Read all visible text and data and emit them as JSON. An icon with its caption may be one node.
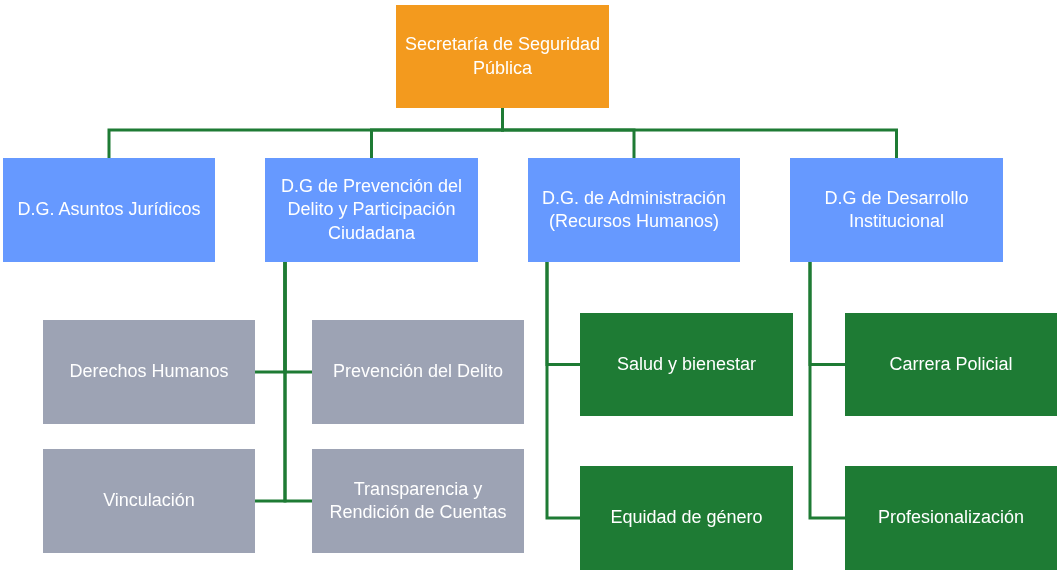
{
  "diagram": {
    "nodes": [
      {
        "text": [
          "Secretaría de Seguridad Pública"
        ]
      },
      {
        "text": [
          "D.G. Asuntos Jurídicos"
        ]
      },
      {
        "text": [
          "D.G de Prevención del Delito y Participación Ciudadana"
        ]
      },
      {
        "text": [
          "D.G. de Administración (Recursos Humanos)"
        ]
      },
      {
        "text": [
          "D.G de Desarrollo Institucional"
        ]
      },
      {
        "text": [
          "Derechos Humanos"
        ]
      },
      {
        "text": [
          "Prevención del Delito"
        ]
      },
      {
        "text": [
          "Vinculación"
        ]
      },
      {
        "text": [
          "Transparencia y Rendición de Cuentas"
        ]
      },
      {
        "text": [
          "Salud y bienestar"
        ]
      },
      {
        "text": [
          "Equidad de género"
        ]
      },
      {
        "text": [
          "Carrera Policial"
        ]
      },
      {
        "text": [
          "Profesionalización"
        ]
      }
    ],
    "edges": [
      {
        "from": 0,
        "to": 1,
        "arrow": "none"
      },
      {
        "from": 0,
        "to": 2,
        "arrow": "none"
      },
      {
        "from": 0,
        "to": 3,
        "arrow": "none"
      },
      {
        "from": 0,
        "to": 4,
        "arrow": "none"
      },
      {
        "from": 2,
        "to": 5,
        "arrow": "none"
      },
      {
        "from": 2,
        "to": 6,
        "arrow": "none"
      },
      {
        "from": 2,
        "to": 7,
        "arrow": "none"
      },
      {
        "from": 2,
        "to": 8,
        "arrow": "none"
      },
      {
        "from": 3,
        "to": 9,
        "arrow": "none"
      },
      {
        "from": 3,
        "to": 10,
        "arrow": "none"
      },
      {
        "from": 4,
        "to": 11,
        "arrow": "none"
      },
      {
        "from": 4,
        "to": 12,
        "arrow": "none"
      }
    ]
  }
}
